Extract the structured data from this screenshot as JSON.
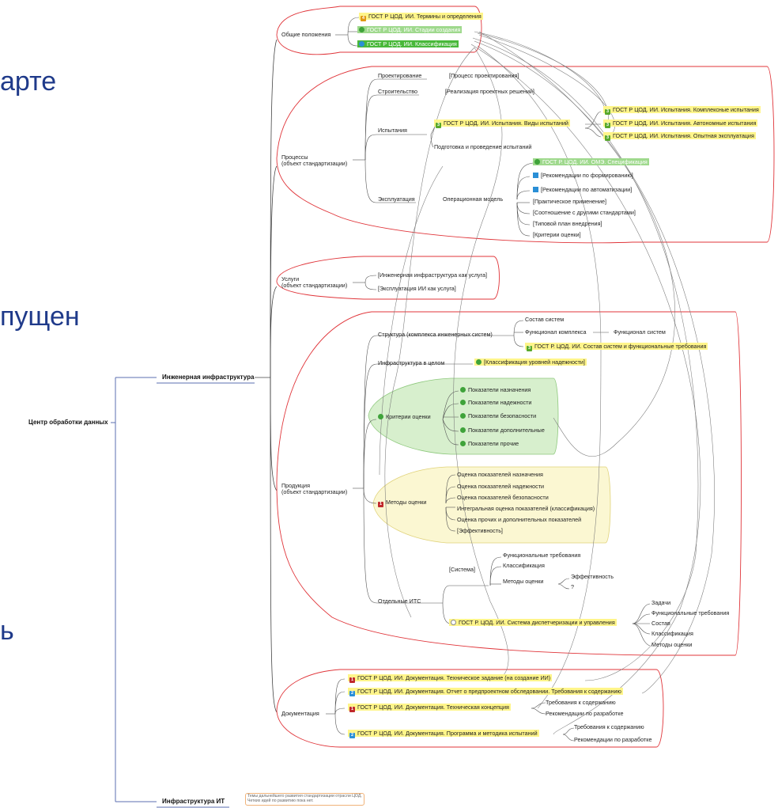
{
  "big_text": {
    "line1": "арте",
    "line2": "пущен",
    "line3": "ь"
  },
  "root": {
    "center": "Центр обработки данных",
    "eng_infra": "Инженерная инфраструктура",
    "it_infra": "Инфраструктура ИТ"
  },
  "it_note": {
    "line1": "Темы дальнейшего развития стандартизации отрасли ЦОД.",
    "line2": "Четких идей по развитию пока нет."
  },
  "sections": {
    "general": "Общие положения",
    "processes_1": "Процессы",
    "processes_2": "(объект стандартизации)",
    "services_1": "Услуги",
    "services_2": "(объект стандартизации)",
    "products_1": "Продукция",
    "products_2": "(объект стандартизации)",
    "documentation": "Документация"
  },
  "general": {
    "terms": {
      "tag": "4",
      "label": "ГОСТ Р ЦОД. ИИ. Термины и определения"
    },
    "stages": {
      "label": "ГОСТ Р ЦОД. ИИ. Стадии создания"
    },
    "classif": {
      "label": "ГОСТ Р ЦОД. ИИ. Классификация"
    }
  },
  "processes": {
    "design": "Проектирование",
    "design_link": "[Процесс проектирования]",
    "build": "Строительство",
    "build_link": "[Реализация проектных решений]",
    "tests": "Испытания",
    "tests_gost": {
      "tag": "3",
      "label": "ГОСТ Р ЦОД. ИИ. Испытания. Виды испытаний"
    },
    "tests_prep": "Подготовка и проведение испытаний",
    "tests_complex": {
      "tag": "3",
      "label": "ГОСТ Р ЦОД. ИИ. Испытания. Комплексные испытания"
    },
    "tests_auto": {
      "tag": "3",
      "label": "ГОСТ Р ЦОД. ИИ. Испытания. Автономные испытания"
    },
    "tests_pilot": {
      "tag": "3",
      "label": "ГОСТ Р ЦОД. ИИ. Испытания. Опытная эксплуатация"
    },
    "ops": "Эксплуатация",
    "ops_model": "Операционная модель",
    "ops_spec": "ГОСТ Р. ЦОД. ИИ. ОМЭ. Спецификация",
    "ops_items": [
      {
        "icon": "q",
        "label": "[Рекомендации по формированию]"
      },
      {
        "icon": "q",
        "label": "[Рекомендации по автоматизации]"
      },
      {
        "icon": "",
        "label": "[Практическое применение]"
      },
      {
        "icon": "",
        "label": "[Соотношение с другими стандартами]"
      },
      {
        "icon": "",
        "label": "[Типовой план внедрения]"
      },
      {
        "icon": "",
        "label": "[Критерии оценки]"
      }
    ]
  },
  "services": {
    "items": [
      "[Инженерная инфраструктура как услуга]",
      "[Эксплуатация ИИ как услуга]"
    ]
  },
  "products": {
    "structure": "Структура (комплекса инженерных систем)",
    "composition": "Состав систем",
    "functional_complex": "Функционал комплекса",
    "functional_systems": "Функционал систем",
    "composition_gost": {
      "tag": "3",
      "label": "ГОСТ Р. ЦОД. ИИ. Состав систем и функциональные требования"
    },
    "infra_whole": "Инфраструктура в целом",
    "reliability_class": "[Классификация уровней надежности]",
    "criteria": "Критерии оценки",
    "criteria_items": [
      "Показатели назначения",
      "Показатели надежности",
      "Показатели безопасности",
      "Показатели дополнительные",
      "Показатели прочие"
    ],
    "methods": {
      "tag": "1",
      "label": "Методы оценки"
    },
    "methods_items": [
      "Оценка показателей назначения",
      "Оценка показателей надежности",
      "Оценка показателей безопасности",
      "Интегральная оценка показателей (классификация)",
      "Оценка прочих и дополнительных показателей",
      "[Эффективность]"
    ],
    "separate_its": "Отдельные ИТС",
    "system": "[Система]",
    "sys_functional": "Функциональные требования",
    "sys_classif": "Классификация",
    "sys_methods": "Методы оценки",
    "sys_efficiency": "Эффективность",
    "sys_q": "?",
    "dispatch_gost": "ГОСТ Р. ЦОД. ИИ. Система диспетчеризации и управления",
    "dispatch_items": [
      "Задачи",
      "Функциональные требования",
      "Состав",
      "Классификация",
      "Методы оценки"
    ]
  },
  "documentation": {
    "tz": {
      "tag": "1",
      "label": "ГОСТ Р ЦОД. ИИ. Документация. Техническое задание (на создание ИИ)"
    },
    "report": {
      "tag": "2",
      "label": "ГОСТ Р ЦОД. ИИ. Документация. Отчет о предпроектном обследовании. Требования к содержанию"
    },
    "concept": {
      "tag": "1",
      "label": "ГОСТ Р ЦОД. ИИ. Документация. Техническая концепция"
    },
    "concept_req": "Требования к содержанию",
    "concept_rec": "Рекомендации по разработке",
    "program": {
      "tag": "2",
      "label": "ГОСТ Р ЦОД. ИИ. Документация. Программа и методика испытаний"
    },
    "program_req": "Требования к содержанию",
    "program_rec": "Рекомендации по разработке"
  },
  "colors": {
    "boundary": "#e0353a",
    "connector": "#5b6fb0",
    "link_line": "#777777",
    "tag_red": "#c0282b",
    "tag_blue": "#2a8fd6",
    "tag_green": "#58a82c",
    "tag_orange": "#e09a14",
    "highlight_yellow": "#fff58a",
    "highlight_green": "#49b83a"
  }
}
